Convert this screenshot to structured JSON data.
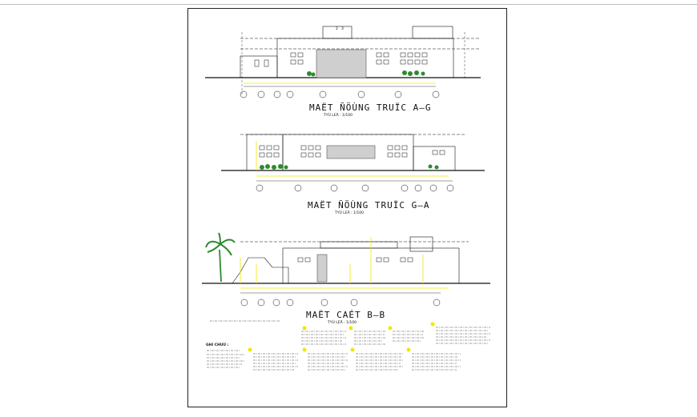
{
  "drawing": {
    "elevation_a_g": {
      "title": "MAËT ÑÖÙNG TRUÏC A–G",
      "scale": "TYÛ LEÄ : 1/100"
    },
    "elevation_g_a": {
      "title": "MAËT ÑÖÙNG TRUÏC G–A",
      "scale": "TYÛ LEÄ : 1/100"
    },
    "section_b_b": {
      "title": "MAËT CAÉT B–B",
      "scale": "TYÛ LEÄ : 1/100"
    },
    "notes": {
      "heading": "GHI CHUÙ :"
    },
    "axis_labels": [
      "2",
      "3"
    ],
    "colors": {
      "line": "#111111",
      "accent_yellow": "#f2e600",
      "green": "#2e8b2e",
      "hatch": "#888888"
    }
  }
}
